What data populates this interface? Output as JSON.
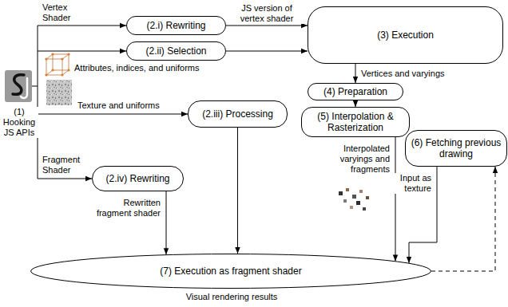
{
  "diagram": {
    "nodes": [
      {
        "text": [
          "(2.i) Rewriting"
        ]
      },
      {
        "text": [
          "(2.ii) Selection"
        ]
      },
      {
        "text": [
          "(3) Execution"
        ]
      },
      {
        "text": [
          "(4) Preparation"
        ]
      },
      {
        "text": [
          "(5) Interpolation & Rasterization"
        ]
      },
      {
        "text": [
          "(2.iii) Processing"
        ]
      },
      {
        "text": [
          "(2.iv) Rewriting"
        ]
      },
      {
        "text": [
          "(6) Fetching previous drawing"
        ]
      },
      {
        "text": [
          "(7) Execution as fragment shader"
        ]
      }
    ],
    "edges": [
      {
        "from": 0,
        "to": 2,
        "arrow": "to",
        "label": "JS version of vertex shader"
      },
      {
        "from": 1,
        "to": 2,
        "arrow": "to"
      },
      {
        "from": 2,
        "to": 3,
        "arrow": "to",
        "label": "Vertices and varyings"
      },
      {
        "from": 3,
        "to": 4,
        "arrow": "to"
      },
      {
        "from": 4,
        "to": 8,
        "arrow": "to",
        "label": "Interpolated varyings and fragments"
      },
      {
        "from": 7,
        "to": 8,
        "arrow": "to",
        "label": "Input as texture"
      },
      {
        "from": 8,
        "to": 7,
        "arrow": "to"
      },
      {
        "from": 5,
        "to": 8,
        "arrow": "to"
      },
      {
        "from": 6,
        "to": 8,
        "arrow": "to",
        "label": "Rewritten fragment shader"
      }
    ],
    "labels": [
      "Vertex Shader",
      "Attributes, indices, and uniforms",
      "(1) Hooking JS APIs",
      "Texture and uniforms",
      "Fragment Shader",
      "Visual rendering results"
    ]
  }
}
